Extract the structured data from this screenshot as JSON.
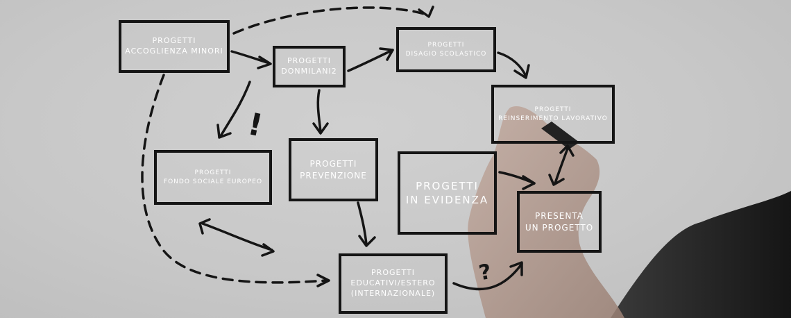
{
  "boxes": {
    "accoglienza": {
      "line1": "PROGETTI",
      "line2": "ACCOGLIENZA MINORI"
    },
    "donmilani": {
      "line1": "PROGETTI",
      "line2": "DONMILANI2"
    },
    "disagio": {
      "line1": "PROGETTI",
      "line2": "DISAGIO SCOLASTICO"
    },
    "reinserimento": {
      "line1": "PROGETTI",
      "line2": "REINSERIMENTO LAVORATIVO"
    },
    "fondo": {
      "line1": "PROGETTI",
      "line2": "FONDO SOCIALE EUROPEO"
    },
    "prevenzione": {
      "line1": "PROGETTI",
      "line2": "PREVENZIONE"
    },
    "evidenza": {
      "line1": "PROGETTI",
      "line2": "IN EVIDENZA"
    },
    "presenta": {
      "line1": "PRESENTA",
      "line2": "UN PROGETTO"
    },
    "educativi": {
      "line1": "PROGETTI",
      "line2": "EDUCATIVI/ESTERO",
      "line3": "(INTERNAZIONALE)"
    }
  },
  "annotations": {
    "exclamation": "!",
    "question": "?"
  },
  "colors": {
    "ink": "#151515",
    "box_text": "#ffffff",
    "background": "#c9c9c9",
    "hand": "#b0978a"
  }
}
